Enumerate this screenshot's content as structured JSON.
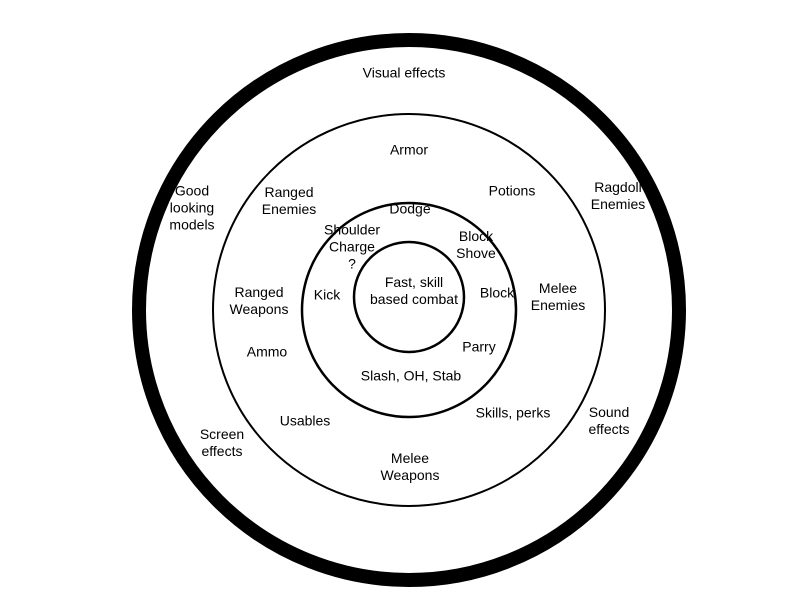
{
  "diagram": {
    "rings": [
      "outer",
      "middle",
      "inner",
      "center"
    ],
    "labels": {
      "center": "Fast, skill\nbased combat",
      "inner_dodge": "Dodge",
      "inner_shoulder_charge": "Shoulder\nCharge\n?",
      "inner_block_shove": "Block\nShove",
      "inner_kick": "Kick",
      "inner_block": "Block",
      "inner_parry": "Parry",
      "inner_slash": "Slash, OH, Stab",
      "middle_armor": "Armor",
      "middle_ranged_enemies": "Ranged\nEnemies",
      "middle_potions": "Potions",
      "middle_ranged_weapons": "Ranged\nWeapons",
      "middle_melee_enemies": "Melee\nEnemies",
      "middle_ammo": "Ammo",
      "middle_usables": "Usables",
      "middle_skills_perks": "Skills, perks",
      "middle_melee_weapons": "Melee\nWeapons",
      "outer_visual_effects": "Visual effects",
      "outer_good_models": "Good\nlooking\nmodels",
      "outer_ragdoll_enemies": "Ragdoll\nEnemies",
      "outer_screen_effects": "Screen\neffects",
      "outer_sound_effects": "Sound\neffects"
    },
    "colors": {
      "stroke": "#000000",
      "background": "#ffffff"
    }
  }
}
